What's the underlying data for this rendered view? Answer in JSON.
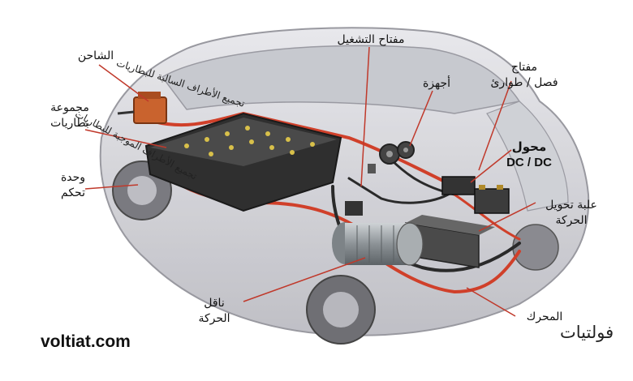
{
  "labels": {
    "charger": "الشاحن",
    "battery_pack": [
      "مجموعة",
      "بطاريات"
    ],
    "control_unit": [
      "وحدة",
      "تحكم"
    ],
    "ignition_switch": "مفتاح التشغيل",
    "devices": "أجهزة",
    "battery_disconnect": [
      "مفتاح",
      "فصل / طوارئ"
    ],
    "dc_converter": [
      "محول",
      "DC / DC"
    ],
    "transmission": [
      "علبة تحويل",
      "الحركة"
    ],
    "drive_shaft": [
      "ناقل",
      "الحركة"
    ],
    "motor": "المحرك"
  },
  "bus_labels": {
    "negative_bus": "تجميع الأطراف السالبة للبطاريات",
    "positive_bus": "تجميع الأطراف الموجبة للبطاريات"
  },
  "watermark": {
    "site": "voltiat.com",
    "brand": "فولتيات"
  },
  "colors": {
    "leader_line": "#c0392b",
    "cable_red": "#d0402a",
    "cable_dark": "#2a2a2a",
    "car_body": "#d9d9de",
    "battery_case": "#3a3a3a",
    "charger_box": "#c9632e"
  }
}
